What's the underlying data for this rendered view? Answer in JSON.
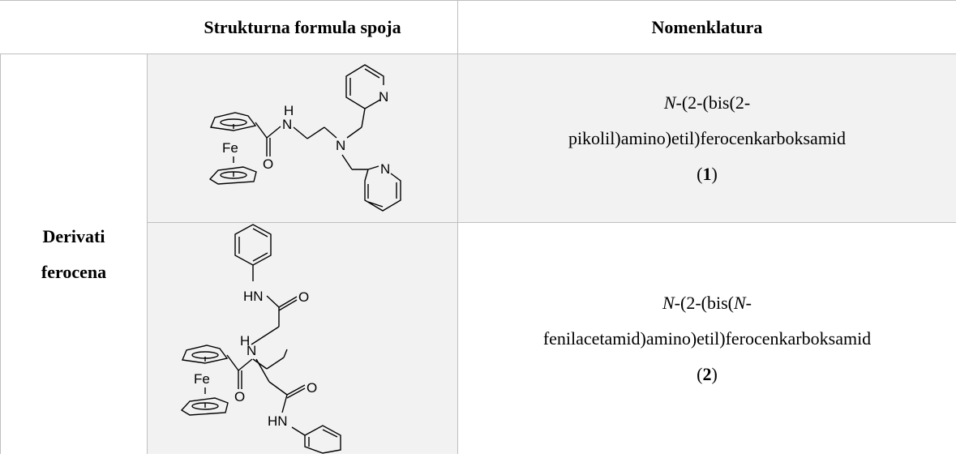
{
  "table": {
    "header_structure": "Strukturna formula spoja",
    "header_nomenclature": "Nomenklatura",
    "group_label_line1": "Derivati",
    "group_label_line2": "ferocena",
    "rows": [
      {
        "name_prefix": "N",
        "name_line1_rest": "-(2-(bis(2-",
        "name_line2": "pikolil)amino)etil)ferocenkarboksamid",
        "number": "1",
        "atoms": {
          "fe": "Fe",
          "h": "H",
          "n": "N",
          "o": "O"
        }
      },
      {
        "name_prefix": "N",
        "name_line1_mid": "-(2-(bis(",
        "name_italic2": "N",
        "name_line1_end": "-",
        "name_line2": "fenilacetamid)amino)etil)ferocenkarboksamid",
        "number": "2",
        "atoms": {
          "fe": "Fe",
          "h": "H",
          "n": "N",
          "o": "O",
          "hn": "HN"
        }
      }
    ]
  }
}
